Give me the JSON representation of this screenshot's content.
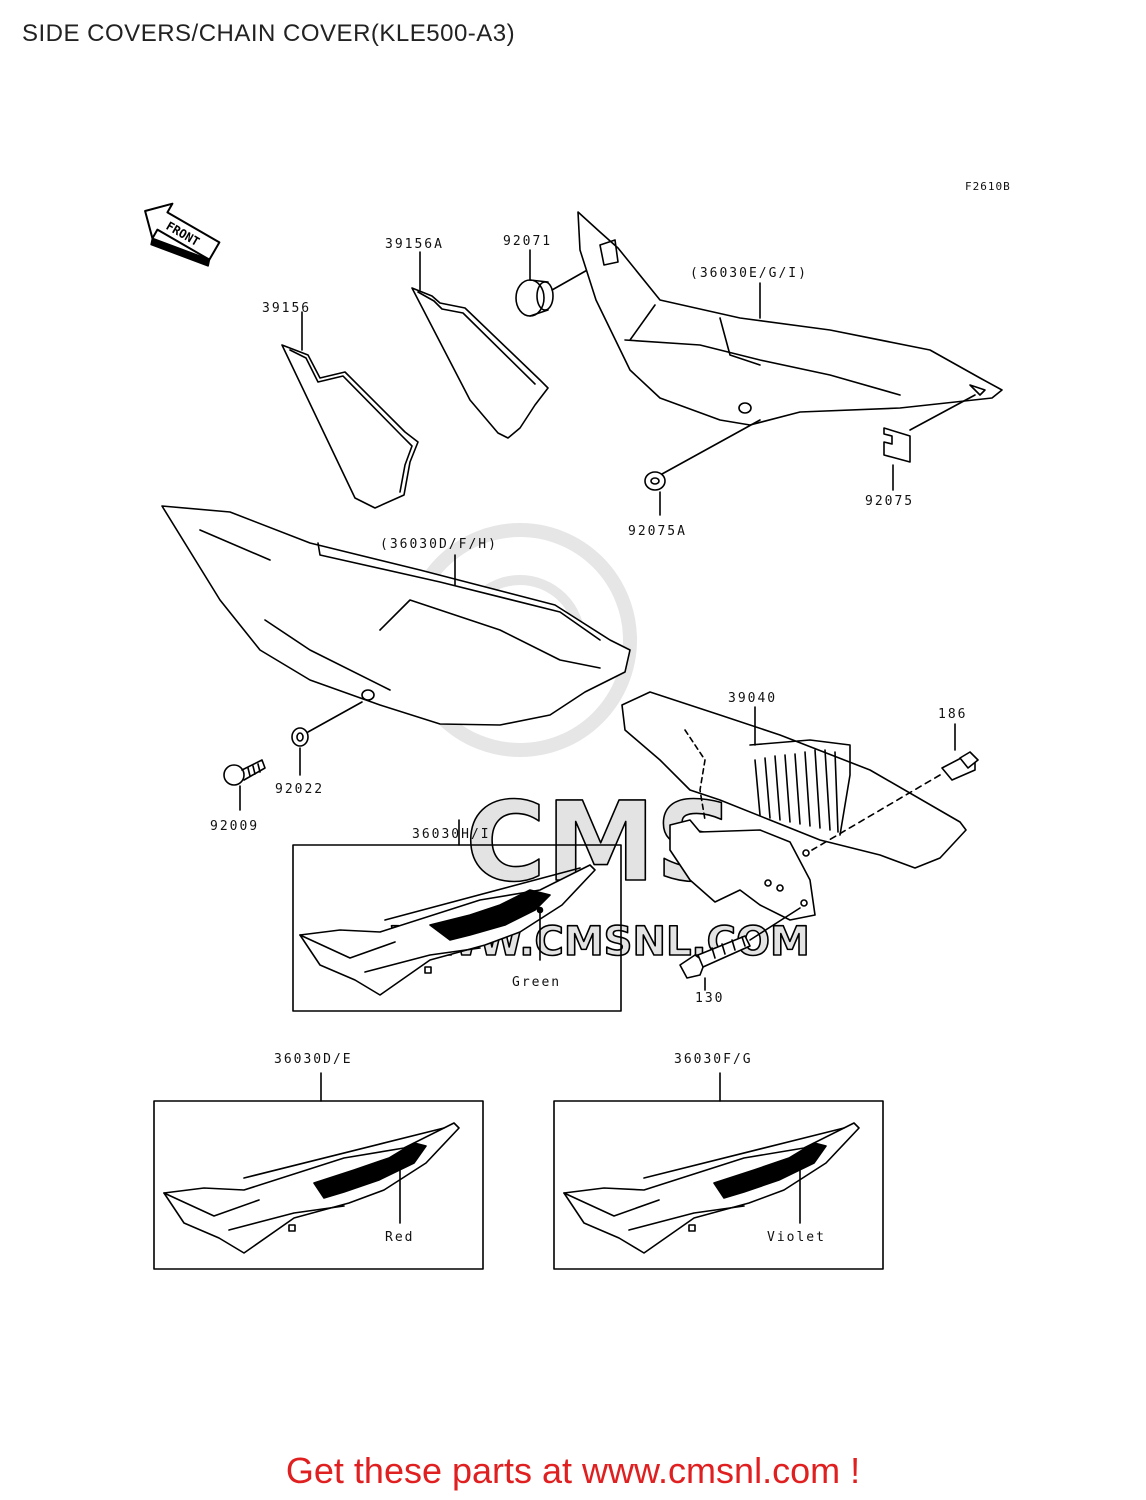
{
  "title": "SIDE COVERS/CHAIN COVER(KLE500-A3)",
  "figure_code": "F2610B",
  "front_arrow_label": "FRONT",
  "parts": {
    "p39156": "39156",
    "p39156A": "39156A",
    "p92071": "92071",
    "p36030EGI": "(36030E/G/I)",
    "p92075": "92075",
    "p92075A": "92075A",
    "p36030DFH": "(36030D/F/H)",
    "p39040": "39040",
    "p186": "186",
    "p92022": "92022",
    "p92009": "92009",
    "p36030HI": "36030H/I",
    "p130": "130",
    "p36030DE": "36030D/E",
    "p36030FG": "36030F/G"
  },
  "colors": {
    "green_label": "Green",
    "red_label": "Red",
    "violet_label": "Violet"
  },
  "watermark": "WWW.CMSNL.COM",
  "watermark_logo": "CMS",
  "footer": "Get these parts at www.cmsnl.com !"
}
